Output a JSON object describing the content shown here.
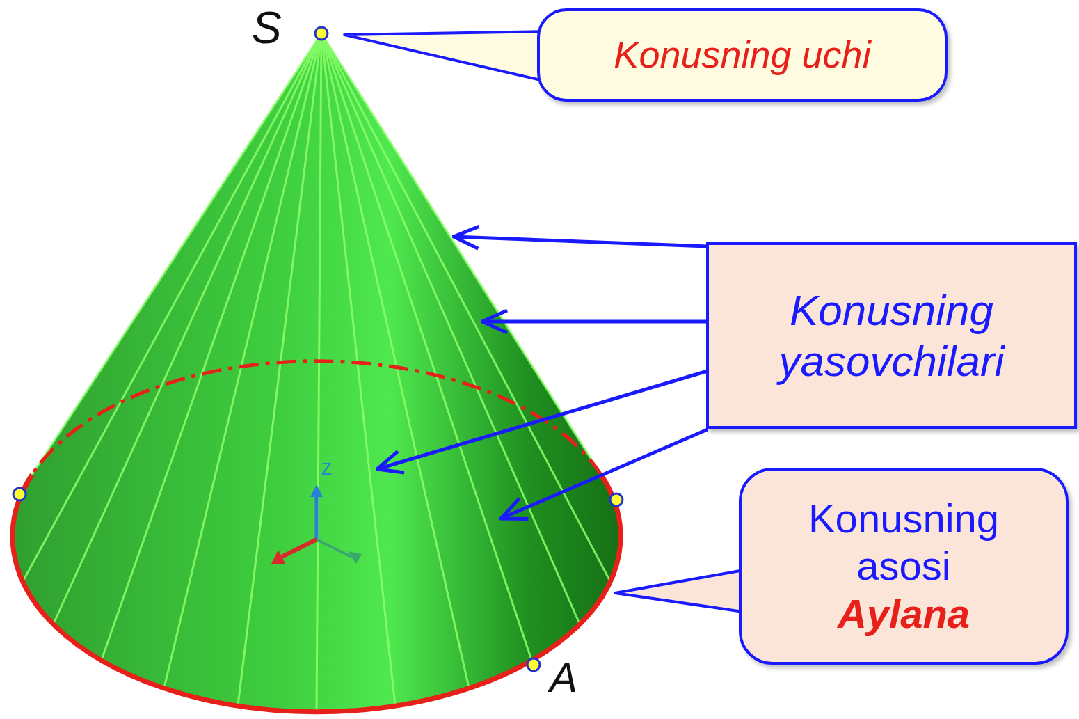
{
  "diagram": {
    "nodes": [
      {
        "text": [
          "Konusning uchi"
        ]
      },
      {
        "text": [
          "Konusning yasovchilari"
        ]
      },
      {
        "text": [
          "Konusning asosi",
          "Aylana"
        ]
      }
    ],
    "labels": [
      "S",
      "A",
      "Z"
    ]
  }
}
